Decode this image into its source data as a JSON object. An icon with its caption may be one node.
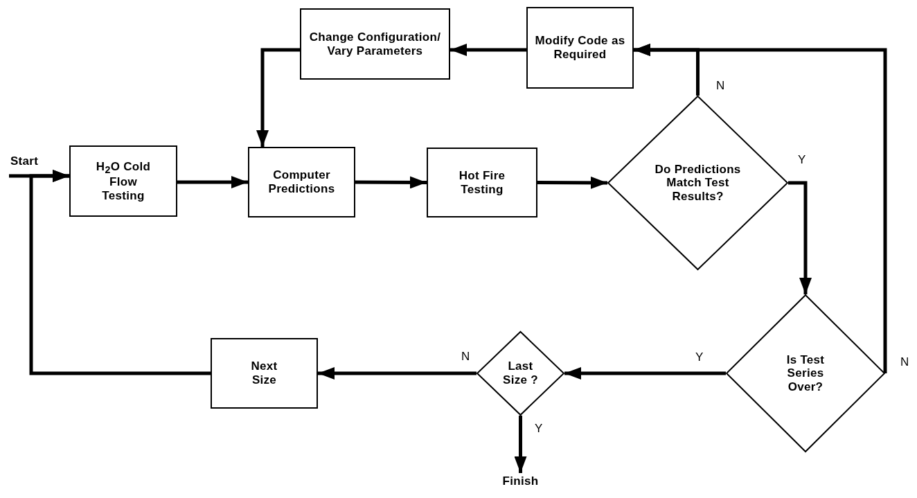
{
  "diagram": {
    "nodes": [
      {
        "text": [
          "Start"
        ]
      },
      {
        "text": [
          "H$_{2}$O Cold Flow Testing"
        ]
      },
      {
        "text": [
          "Computer Predictions"
        ]
      },
      {
        "text": [
          "Hot Fire Testing"
        ]
      },
      {
        "text": [
          "Do Predictions Match Test Results?"
        ]
      },
      {
        "text": [
          "Modify Code as Required"
        ]
      },
      {
        "text": [
          "Change Configuration/ Vary Parameters"
        ]
      },
      {
        "text": [
          "Is Test Series Over?"
        ]
      },
      {
        "text": [
          "Last Size ?"
        ]
      },
      {
        "text": [
          "Next Size"
        ]
      },
      {
        "text": [
          "Finish"
        ]
      }
    ],
    "edges": [
      {
        "from": 0,
        "to": 1,
        "arrow": "to"
      },
      {
        "from": 1,
        "to": 2,
        "arrow": "to"
      },
      {
        "from": 2,
        "to": 3,
        "arrow": "to"
      },
      {
        "from": 3,
        "to": 4,
        "arrow": "to"
      },
      {
        "from": 4,
        "to": 5,
        "arrow": "to",
        "label": "N"
      },
      {
        "from": 5,
        "to": 6,
        "arrow": "to"
      },
      {
        "from": 6,
        "to": 2,
        "arrow": "to"
      },
      {
        "from": 4,
        "to": 7,
        "arrow": "to",
        "label": "Y"
      },
      {
        "from": 7,
        "to": 5,
        "arrow": "to",
        "label": "N"
      },
      {
        "from": 7,
        "to": 8,
        "arrow": "to",
        "label": "Y"
      },
      {
        "from": 8,
        "to": 9,
        "arrow": "to",
        "label": "N"
      },
      {
        "from": 8,
        "to": 10,
        "arrow": "to",
        "label": "Y"
      },
      {
        "from": 9,
        "to": 1,
        "arrow": "to"
      }
    ]
  }
}
